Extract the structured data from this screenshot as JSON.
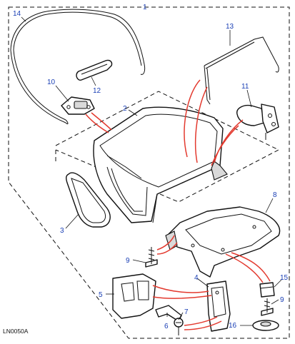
{
  "diagram": {
    "reference_code": "LN0050A",
    "callouts": {
      "c1": "1",
      "c2": "2",
      "c3": "3",
      "c4": "4",
      "c5": "5",
      "c6": "6",
      "c7": "7",
      "c8": "8",
      "c9a": "9",
      "c9b": "9",
      "c10": "10",
      "c11": "11",
      "c12": "12",
      "c13": "13",
      "c14": "14",
      "c15": "15",
      "c16": "16"
    }
  },
  "colors": {
    "callout_text": "#1a3fb5",
    "leader_lines": "#e33a2f",
    "outline": "#111111"
  }
}
